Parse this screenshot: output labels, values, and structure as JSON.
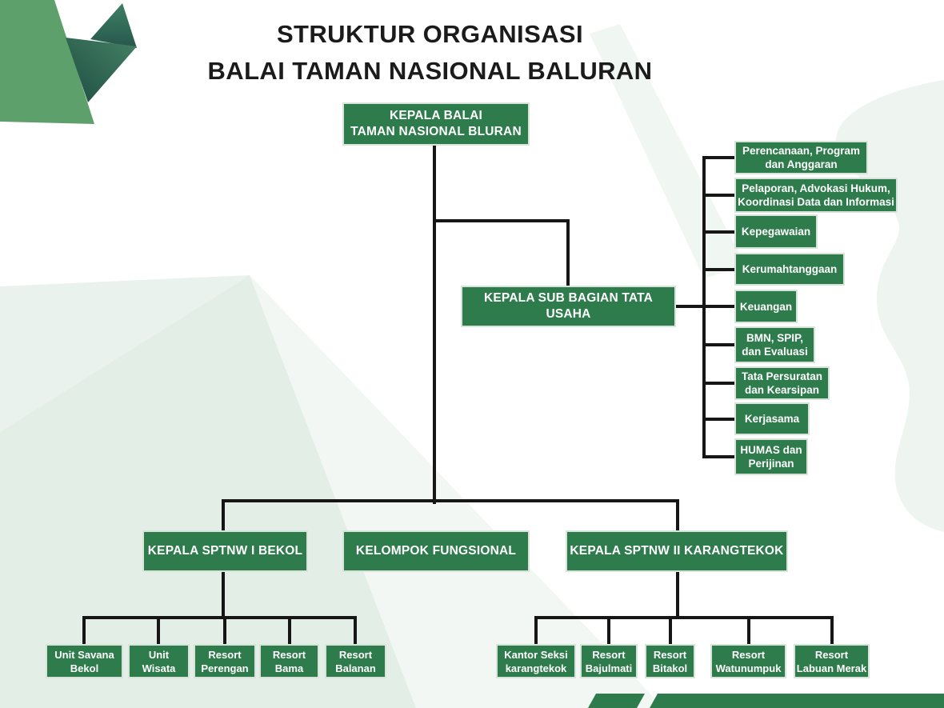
{
  "title": {
    "line1": "STRUKTUR ORGANISASI",
    "line2": "BALAI TAMAN NASIONAL BALURAN"
  },
  "colors": {
    "box_green": "#2E7B4C",
    "connector_black": "#161616",
    "origami_green": "#5EA06B",
    "origami_dark": "#27574B",
    "bg_lightpoly": "#E6F0E9",
    "bg_blob": "#EEF4F0"
  },
  "org": {
    "head": {
      "label": "KEPALA BALAI\nTAMAN NASIONAL BLURAN"
    },
    "tata_usaha": {
      "label": "KEPALA SUB BAGIAN TATA USAHA",
      "units": [
        {
          "label": "Perencanaan, Program\ndan Anggaran"
        },
        {
          "label": "Pelaporan, Advokasi Hukum,\nKoordinasi Data dan Informasi"
        },
        {
          "label": "Kepegawaian"
        },
        {
          "label": "Kerumahtanggaan"
        },
        {
          "label": "Keuangan"
        },
        {
          "label": "BMN, SPIP,\ndan Evaluasi"
        },
        {
          "label": "Tata Persuratan\ndan Kearsipan"
        },
        {
          "label": "Kerjasama"
        },
        {
          "label": "HUMAS dan\nPerijinan"
        }
      ]
    },
    "divisions": [
      {
        "label": "KEPALA SPTNW I BEKOL",
        "units": [
          {
            "label": "Unit Savana\nBekol"
          },
          {
            "label": "Unit\nWisata"
          },
          {
            "label": "Resort\nPerengan"
          },
          {
            "label": "Resort\nBama"
          },
          {
            "label": "Resort\nBalanan"
          }
        ]
      },
      {
        "label": "KELOMPOK FUNGSIONAL",
        "units": []
      },
      {
        "label": "KEPALA SPTNW II KARANGTEKOK",
        "units": [
          {
            "label": "Kantor Seksi\nkarangtekok"
          },
          {
            "label": "Resort\nBajulmati"
          },
          {
            "label": "Resort\nBitakol"
          },
          {
            "label": "Resort\nWatunumpuk"
          },
          {
            "label": "Resort\nLabuan Merak"
          }
        ]
      }
    ]
  }
}
